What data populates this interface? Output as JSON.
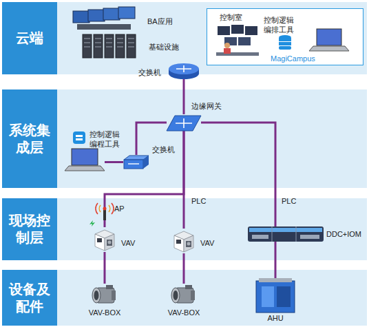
{
  "diagram": {
    "nodes": [
      {
        "text": [
          "云端"
        ]
      },
      {
        "text": [
          "BA应用"
        ]
      },
      {
        "text": [
          "基础设施"
        ]
      },
      {
        "text": [
          "控制室",
          "控制逻辑编排工具",
          "MagiCampus"
        ]
      },
      {
        "text": [
          "交换机"
        ]
      },
      {
        "text": [
          "系统集成层"
        ]
      },
      {
        "text": [
          "边缘网关"
        ]
      },
      {
        "text": [
          "控制逻辑编程工具"
        ]
      },
      {
        "text": [
          "交换机"
        ]
      },
      {
        "text": [
          "现场控制层"
        ]
      },
      {
        "text": [
          "AP"
        ]
      },
      {
        "text": [
          "VAV"
        ]
      },
      {
        "text": [
          "VAV"
        ]
      },
      {
        "text": [
          "DDC+IOM"
        ]
      },
      {
        "text": [
          "设备及配件"
        ]
      },
      {
        "text": [
          "VAV-BOX"
        ]
      },
      {
        "text": [
          "VAV-BOX"
        ]
      },
      {
        "text": [
          "AHU"
        ]
      }
    ],
    "edges": [
      {
        "from": 4,
        "to": 6,
        "arrow": "none"
      },
      {
        "from": 6,
        "to": 8,
        "arrow": "none"
      },
      {
        "from": 8,
        "to": 7,
        "arrow": "none"
      },
      {
        "from": 6,
        "to": 11,
        "arrow": "none"
      },
      {
        "from": 6,
        "to": 12,
        "label": "PLC",
        "arrow": "none"
      },
      {
        "from": 6,
        "to": 13,
        "label": "PLC",
        "arrow": "none"
      },
      {
        "from": 11,
        "to": 15,
        "arrow": "none"
      },
      {
        "from": 12,
        "to": 16,
        "arrow": "none"
      },
      {
        "from": 13,
        "to": 17,
        "arrow": "none"
      }
    ]
  }
}
